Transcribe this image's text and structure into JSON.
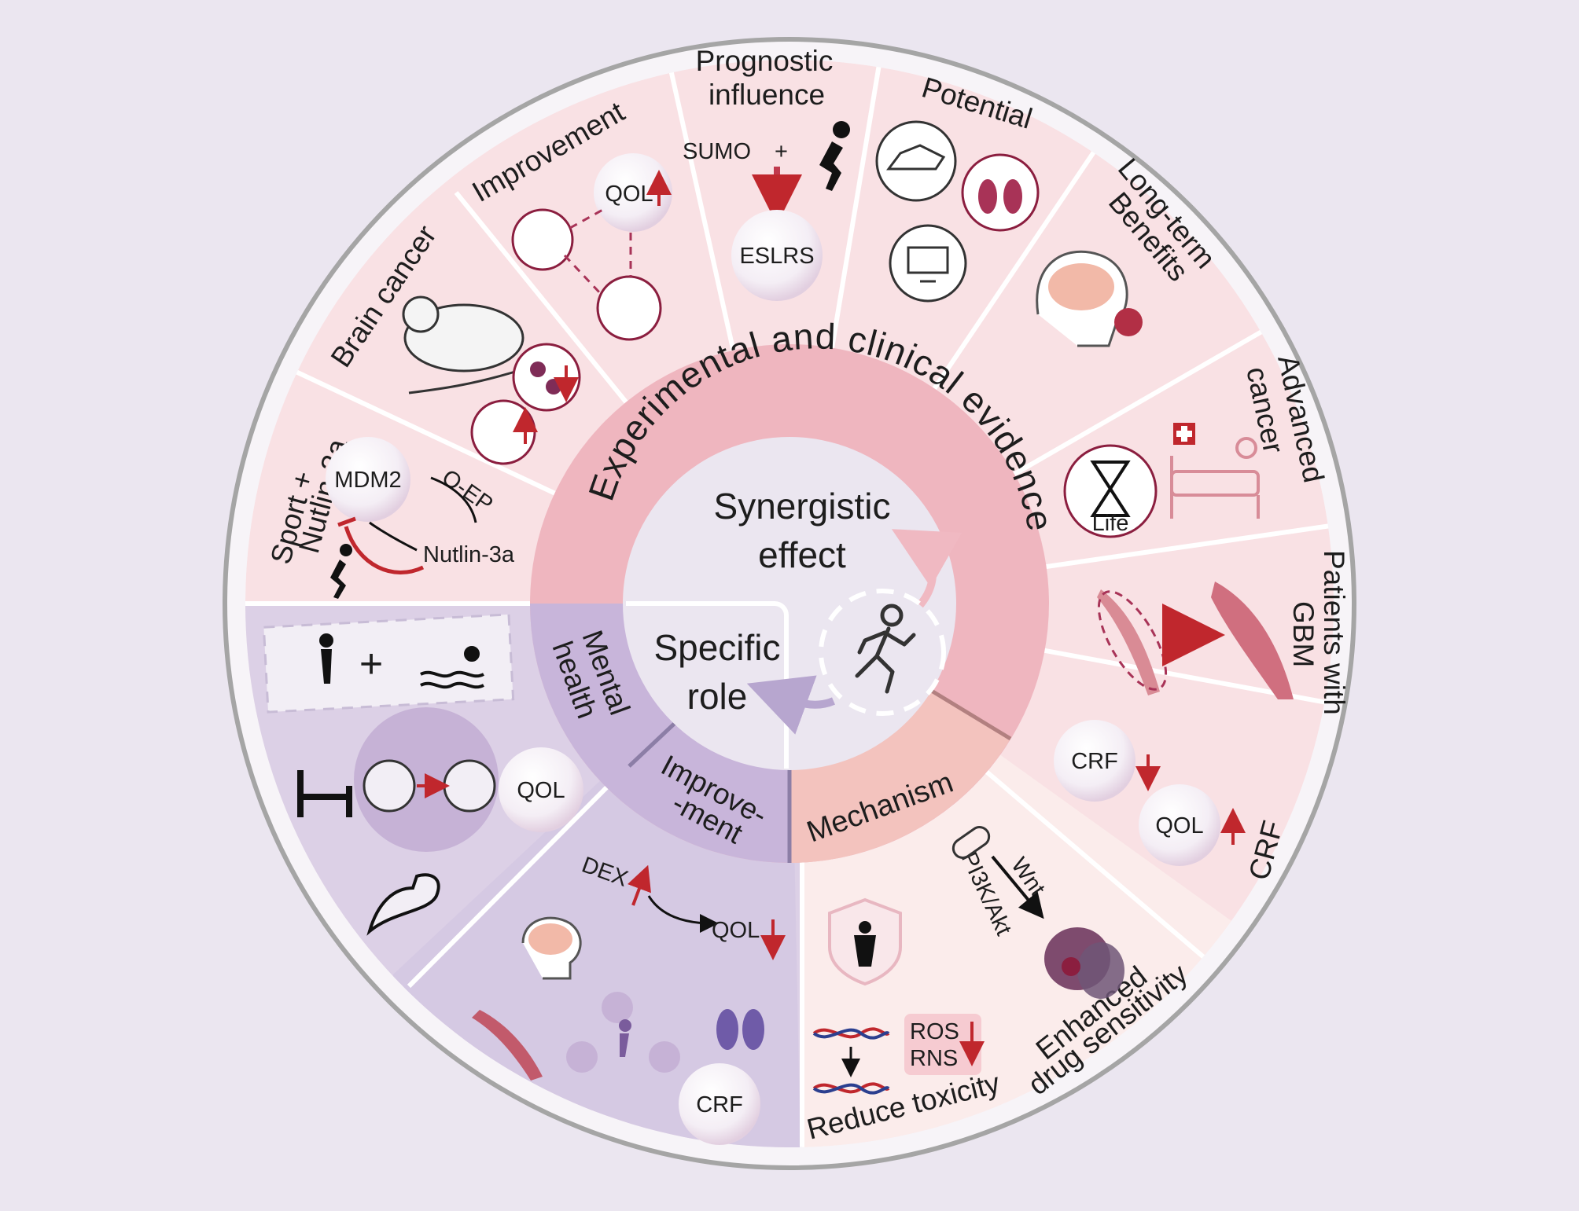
{
  "center": {
    "ring_label": "Experimental and clinical evidence",
    "synergy_line1": "Synergistic",
    "synergy_line2": "effect",
    "specific_line1": "Specific",
    "specific_line2": "role",
    "mental_line1": "Mental",
    "mental_line2": "health",
    "improve_line1": "Improve-",
    "improve_line2": "-ment",
    "mechanism": "Mechanism"
  },
  "segments": {
    "sport_nutlin": {
      "title1": "Sport +",
      "title2": "Nutlin-3a",
      "mdm2": "MDM2",
      "oep": "O-EP",
      "nutlin": "Nutlin-3a"
    },
    "brain_cancer": {
      "title": "Brain cancer"
    },
    "improvement": {
      "title": "Improvement",
      "qol": "QOL"
    },
    "prognostic": {
      "title1": "Prognostic",
      "title2": "influence",
      "sumo": "SUMO",
      "plus": "+",
      "eslrs": "ESLRS"
    },
    "potential": {
      "title": "Potential"
    },
    "long_term": {
      "title1": "Long-term",
      "title2": "Benefits"
    },
    "advanced": {
      "title1": "Advanced",
      "title2": "cancer",
      "life": "Life"
    },
    "gbm": {
      "title1": "Patients with",
      "title2": "GBM"
    },
    "crf": {
      "title": "CRF",
      "crf": "CRF",
      "qol": "QOL"
    },
    "drug": {
      "title1": "Enhanced",
      "title2": "drug sensitivity",
      "wnt": "Wnt",
      "pi3k": "PI3K/Akt"
    },
    "toxicity": {
      "title": "Reduce toxicity",
      "ros": "ROS",
      "rns": "RNS"
    },
    "dex": {
      "dex": "DEX",
      "qol": "QOL",
      "crf": "CRF"
    },
    "mental_box": {
      "plus": "+",
      "qol": "QOL"
    }
  },
  "colors": {
    "background": "#ebe6f0",
    "pink_panel": "#f9e1e4",
    "purple_panel": "#dcd0e6",
    "ring_pink": "#efb6bf",
    "ring_purple": "#c8b5da",
    "accent_red": "#c0272d",
    "dark_red": "#8b1e3f"
  }
}
